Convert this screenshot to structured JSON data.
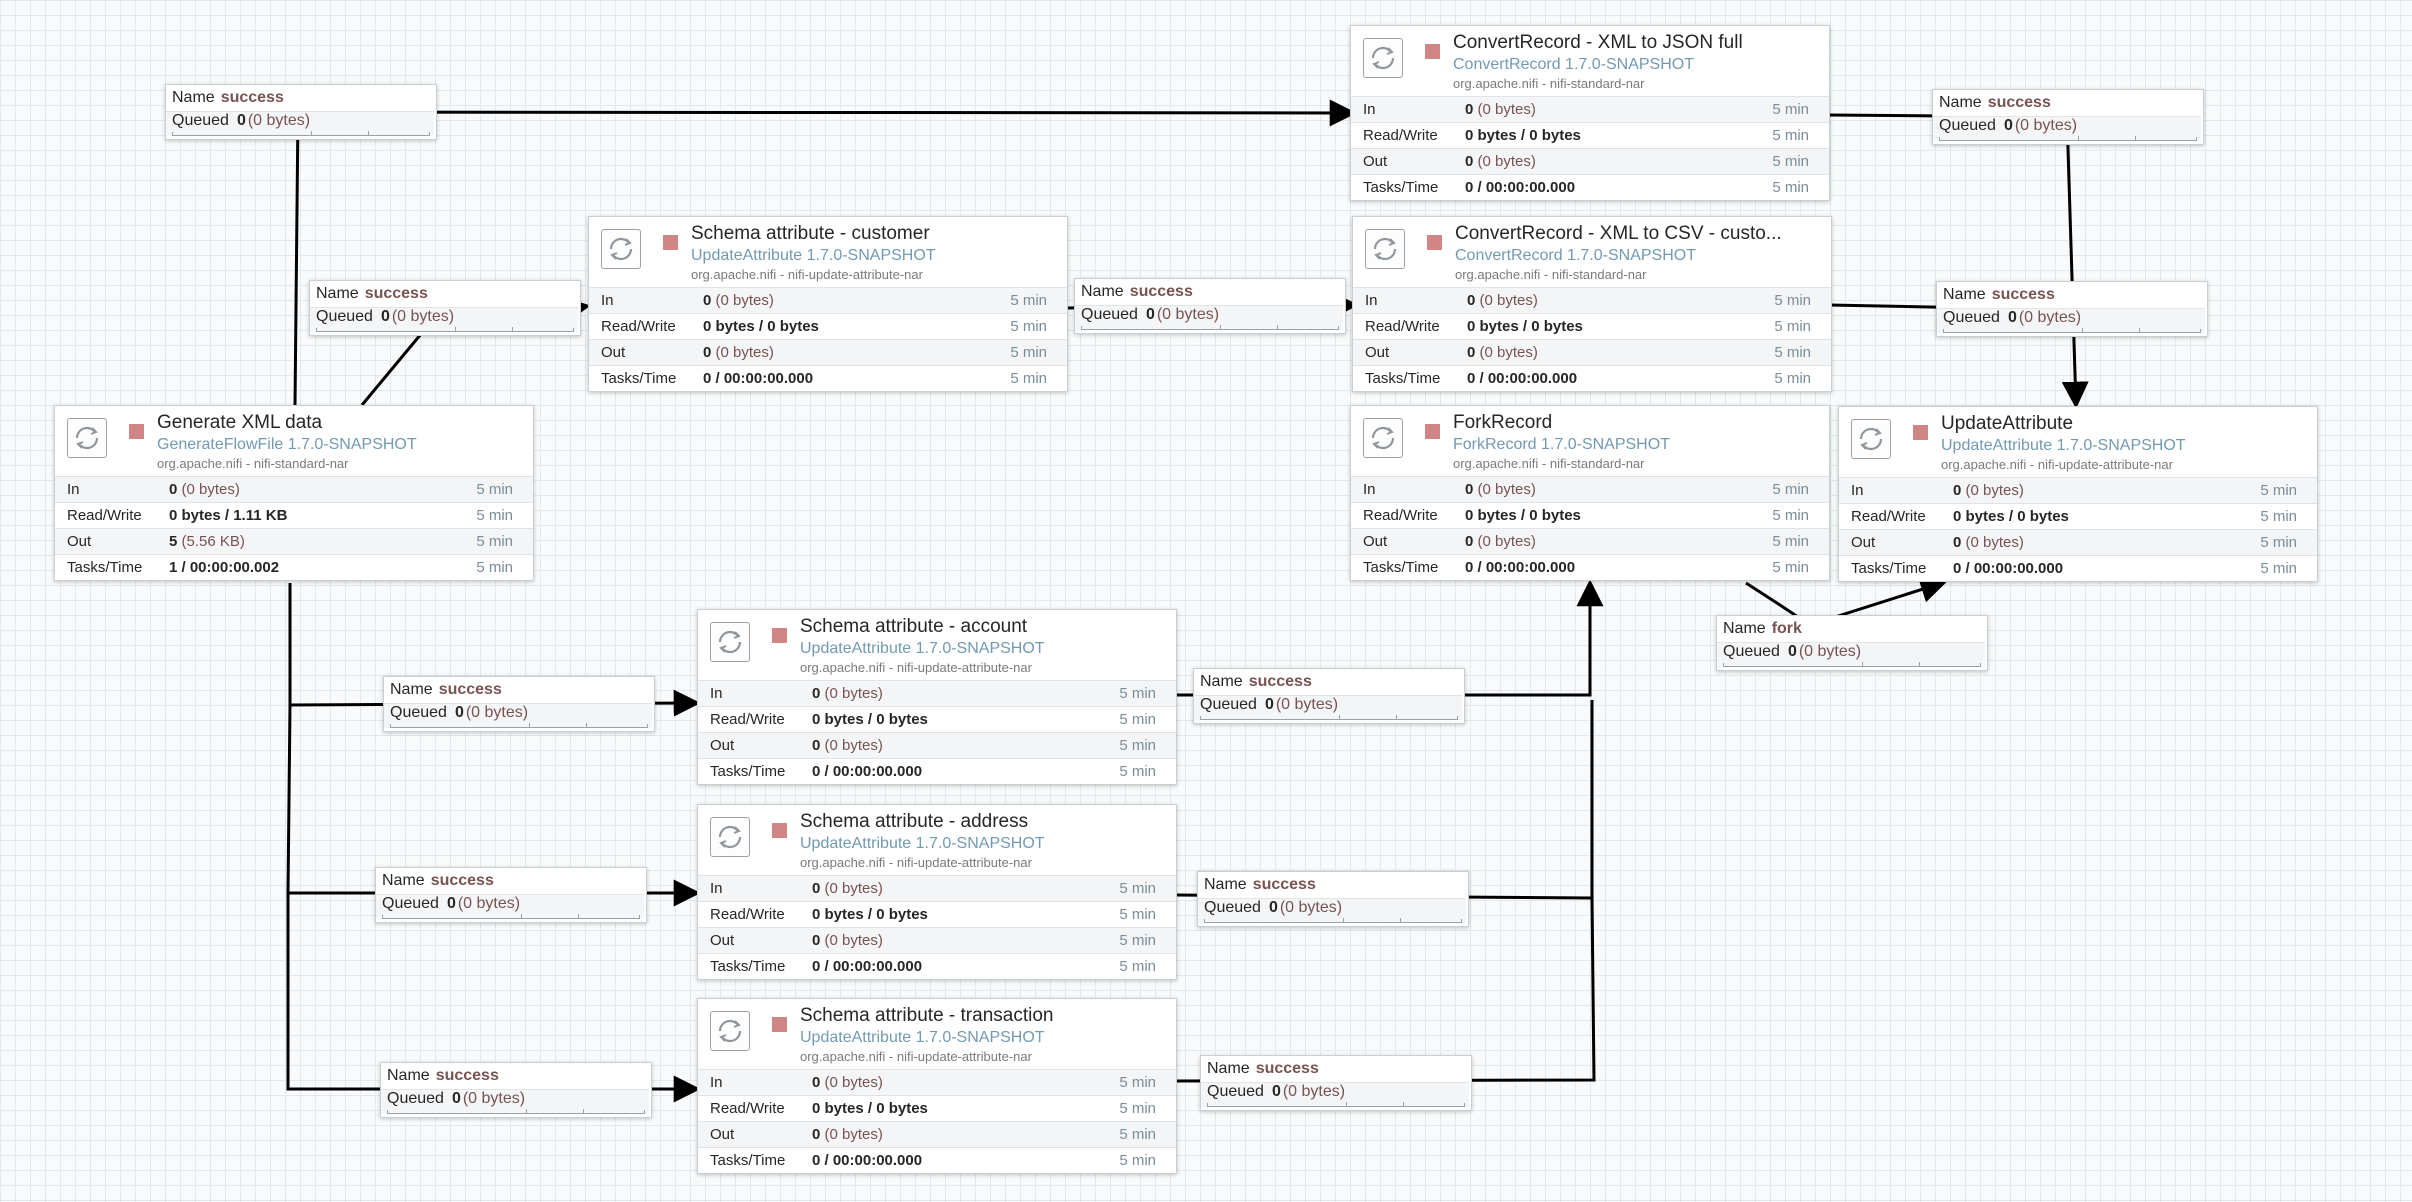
{
  "processors": [
    {
      "id": "generate",
      "name": "Generate XML data",
      "type": "GenerateFlowFile 1.7.0-SNAPSHOT",
      "bundle": "org.apache.nifi - nifi-standard-nar",
      "stats": [
        {
          "label": "In",
          "count": "0",
          "detail": "(0 bytes)",
          "time": "5 min"
        },
        {
          "label": "Read/Write",
          "count": "0 bytes / 1.11 KB",
          "detail": "",
          "time": "5 min"
        },
        {
          "label": "Out",
          "count": "5",
          "detail": "(5.56 KB)",
          "time": "5 min"
        },
        {
          "label": "Tasks/Time",
          "count": "1 / 00:00:00.002",
          "detail": "",
          "time": "5 min"
        }
      ]
    },
    {
      "id": "schema-customer",
      "name": "Schema attribute - customer",
      "type": "UpdateAttribute 1.7.0-SNAPSHOT",
      "bundle": "org.apache.nifi - nifi-update-attribute-nar",
      "stats": [
        {
          "label": "In",
          "count": "0",
          "detail": "(0 bytes)",
          "time": "5 min"
        },
        {
          "label": "Read/Write",
          "count": "0 bytes / 0 bytes",
          "detail": "",
          "time": "5 min"
        },
        {
          "label": "Out",
          "count": "0",
          "detail": "(0 bytes)",
          "time": "5 min"
        },
        {
          "label": "Tasks/Time",
          "count": "0 / 00:00:00.000",
          "detail": "",
          "time": "5 min"
        }
      ]
    },
    {
      "id": "convert-json",
      "name": "ConvertRecord - XML to JSON full",
      "type": "ConvertRecord 1.7.0-SNAPSHOT",
      "bundle": "org.apache.nifi - nifi-standard-nar",
      "stats": [
        {
          "label": "In",
          "count": "0",
          "detail": "(0 bytes)",
          "time": "5 min"
        },
        {
          "label": "Read/Write",
          "count": "0 bytes / 0 bytes",
          "detail": "",
          "time": "5 min"
        },
        {
          "label": "Out",
          "count": "0",
          "detail": "(0 bytes)",
          "time": "5 min"
        },
        {
          "label": "Tasks/Time",
          "count": "0 / 00:00:00.000",
          "detail": "",
          "time": "5 min"
        }
      ]
    },
    {
      "id": "convert-csv",
      "name": "ConvertRecord - XML to CSV - custo...",
      "type": "ConvertRecord 1.7.0-SNAPSHOT",
      "bundle": "org.apache.nifi - nifi-standard-nar",
      "stats": [
        {
          "label": "In",
          "count": "0",
          "detail": "(0 bytes)",
          "time": "5 min"
        },
        {
          "label": "Read/Write",
          "count": "0 bytes / 0 bytes",
          "detail": "",
          "time": "5 min"
        },
        {
          "label": "Out",
          "count": "0",
          "detail": "(0 bytes)",
          "time": "5 min"
        },
        {
          "label": "Tasks/Time",
          "count": "0 / 00:00:00.000",
          "detail": "",
          "time": "5 min"
        }
      ]
    },
    {
      "id": "fork",
      "name": "ForkRecord",
      "type": "ForkRecord 1.7.0-SNAPSHOT",
      "bundle": "org.apache.nifi - nifi-standard-nar",
      "stats": [
        {
          "label": "In",
          "count": "0",
          "detail": "(0 bytes)",
          "time": "5 min"
        },
        {
          "label": "Read/Write",
          "count": "0 bytes / 0 bytes",
          "detail": "",
          "time": "5 min"
        },
        {
          "label": "Out",
          "count": "0",
          "detail": "(0 bytes)",
          "time": "5 min"
        },
        {
          "label": "Tasks/Time",
          "count": "0 / 00:00:00.000",
          "detail": "",
          "time": "5 min"
        }
      ]
    },
    {
      "id": "update",
      "name": "UpdateAttribute",
      "type": "UpdateAttribute 1.7.0-SNAPSHOT",
      "bundle": "org.apache.nifi - nifi-update-attribute-nar",
      "stats": [
        {
          "label": "In",
          "count": "0",
          "detail": "(0 bytes)",
          "time": "5 min"
        },
        {
          "label": "Read/Write",
          "count": "0 bytes / 0 bytes",
          "detail": "",
          "time": "5 min"
        },
        {
          "label": "Out",
          "count": "0",
          "detail": "(0 bytes)",
          "time": "5 min"
        },
        {
          "label": "Tasks/Time",
          "count": "0 / 00:00:00.000",
          "detail": "",
          "time": "5 min"
        }
      ]
    },
    {
      "id": "schema-account",
      "name": "Schema attribute - account",
      "type": "UpdateAttribute 1.7.0-SNAPSHOT",
      "bundle": "org.apache.nifi - nifi-update-attribute-nar",
      "stats": [
        {
          "label": "In",
          "count": "0",
          "detail": "(0 bytes)",
          "time": "5 min"
        },
        {
          "label": "Read/Write",
          "count": "0 bytes / 0 bytes",
          "detail": "",
          "time": "5 min"
        },
        {
          "label": "Out",
          "count": "0",
          "detail": "(0 bytes)",
          "time": "5 min"
        },
        {
          "label": "Tasks/Time",
          "count": "0 / 00:00:00.000",
          "detail": "",
          "time": "5 min"
        }
      ]
    },
    {
      "id": "schema-address",
      "name": "Schema attribute - address",
      "type": "UpdateAttribute 1.7.0-SNAPSHOT",
      "bundle": "org.apache.nifi - nifi-update-attribute-nar",
      "stats": [
        {
          "label": "In",
          "count": "0",
          "detail": "(0 bytes)",
          "time": "5 min"
        },
        {
          "label": "Read/Write",
          "count": "0 bytes / 0 bytes",
          "detail": "",
          "time": "5 min"
        },
        {
          "label": "Out",
          "count": "0",
          "detail": "(0 bytes)",
          "time": "5 min"
        },
        {
          "label": "Tasks/Time",
          "count": "0 / 00:00:00.000",
          "detail": "",
          "time": "5 min"
        }
      ]
    },
    {
      "id": "schema-transaction",
      "name": "Schema attribute - transaction",
      "type": "UpdateAttribute 1.7.0-SNAPSHOT",
      "bundle": "org.apache.nifi - nifi-update-attribute-nar",
      "stats": [
        {
          "label": "In",
          "count": "0",
          "detail": "(0 bytes)",
          "time": "5 min"
        },
        {
          "label": "Read/Write",
          "count": "0 bytes / 0 bytes",
          "detail": "",
          "time": "5 min"
        },
        {
          "label": "Out",
          "count": "0",
          "detail": "(0 bytes)",
          "time": "5 min"
        },
        {
          "label": "Tasks/Time",
          "count": "0 / 00:00:00.000",
          "detail": "",
          "time": "5 min"
        }
      ]
    }
  ],
  "connections": [
    {
      "id": "c1",
      "name_label": "Name",
      "name": "success",
      "queued_label": "Queued",
      "queued_count": "0",
      "queued_bytes": "(0 bytes)"
    },
    {
      "id": "c2",
      "name_label": "Name",
      "name": "success",
      "queued_label": "Queued",
      "queued_count": "0",
      "queued_bytes": "(0 bytes)"
    },
    {
      "id": "c3",
      "name_label": "Name",
      "name": "success",
      "queued_label": "Queued",
      "queued_count": "0",
      "queued_bytes": "(0 bytes)"
    },
    {
      "id": "c4",
      "name_label": "Name",
      "name": "success",
      "queued_label": "Queued",
      "queued_count": "0",
      "queued_bytes": "(0 bytes)"
    },
    {
      "id": "c5",
      "name_label": "Name",
      "name": "success",
      "queued_label": "Queued",
      "queued_count": "0",
      "queued_bytes": "(0 bytes)"
    },
    {
      "id": "c6",
      "name_label": "Name",
      "name": "success",
      "queued_label": "Queued",
      "queued_count": "0",
      "queued_bytes": "(0 bytes)"
    },
    {
      "id": "c7",
      "name_label": "Name",
      "name": "success",
      "queued_label": "Queued",
      "queued_count": "0",
      "queued_bytes": "(0 bytes)"
    },
    {
      "id": "c8",
      "name_label": "Name",
      "name": "success",
      "queued_label": "Queued",
      "queued_count": "0",
      "queued_bytes": "(0 bytes)"
    },
    {
      "id": "c9",
      "name_label": "Name",
      "name": "success",
      "queued_label": "Queued",
      "queued_count": "0",
      "queued_bytes": "(0 bytes)"
    },
    {
      "id": "c10",
      "name_label": "Name",
      "name": "success",
      "queued_label": "Queued",
      "queued_count": "0",
      "queued_bytes": "(0 bytes)"
    },
    {
      "id": "c11",
      "name_label": "Name",
      "name": "success",
      "queued_label": "Queued",
      "queued_count": "0",
      "queued_bytes": "(0 bytes)"
    },
    {
      "id": "c12",
      "name_label": "Name",
      "name": "fork",
      "queued_label": "Queued",
      "queued_count": "0",
      "queued_bytes": "(0 bytes)"
    }
  ],
  "colors": {
    "stopped": "#d18686",
    "type_text": "#7299b2",
    "value_text": "#775351",
    "link": "#000000"
  },
  "icons": {
    "processor": "processor-icon",
    "stopped": "stop-square-icon"
  }
}
